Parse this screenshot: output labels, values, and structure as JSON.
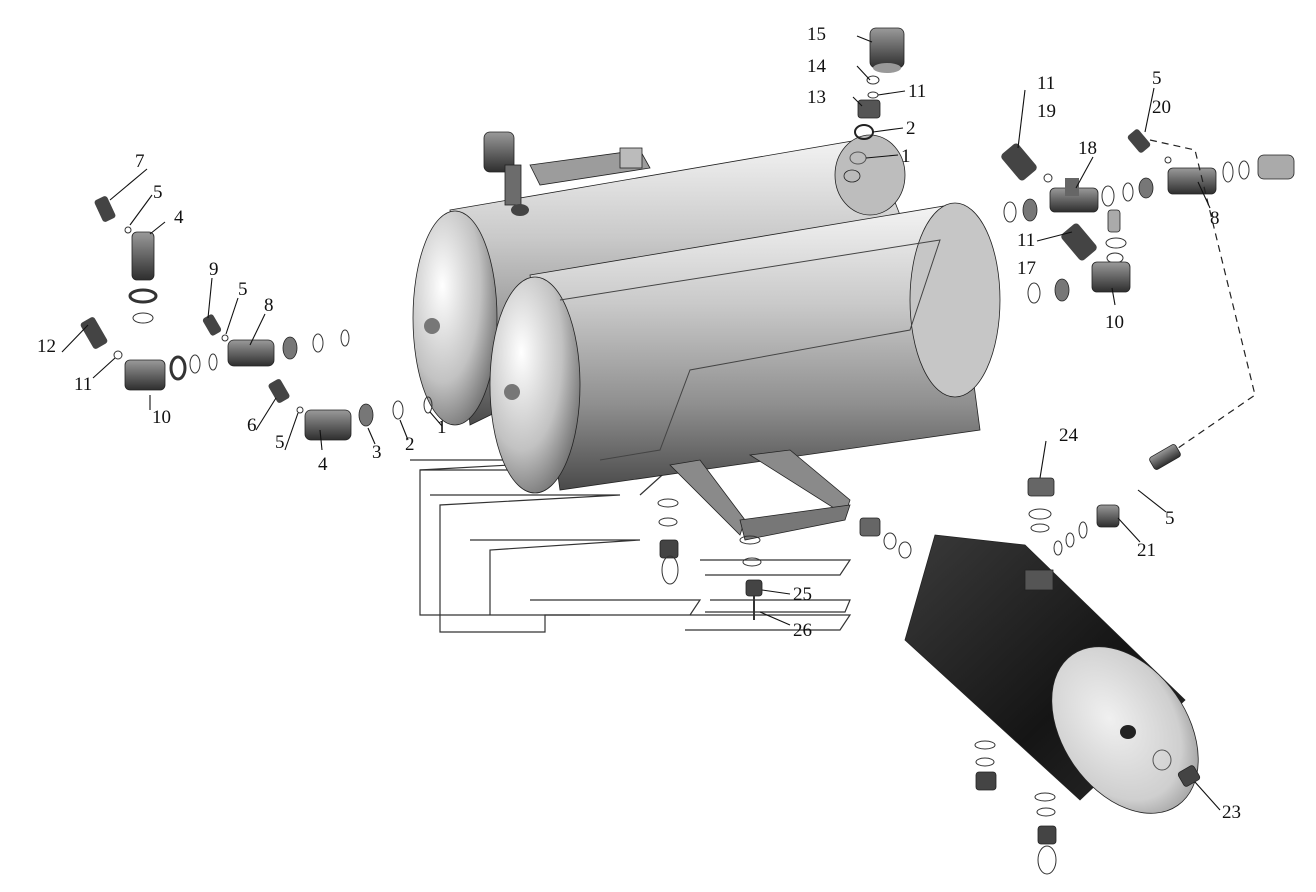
{
  "callouts": [
    {
      "id": "c15",
      "text": "15"
    },
    {
      "id": "c14",
      "text": "14"
    },
    {
      "id": "c11a",
      "text": "11"
    },
    {
      "id": "c13",
      "text": "13"
    },
    {
      "id": "c2a",
      "text": "2"
    },
    {
      "id": "c1a",
      "text": "1"
    },
    {
      "id": "c7",
      "text": "7"
    },
    {
      "id": "c5a",
      "text": "5"
    },
    {
      "id": "c4a",
      "text": "4"
    },
    {
      "id": "c9",
      "text": "9"
    },
    {
      "id": "c5b",
      "text": "5"
    },
    {
      "id": "c8a",
      "text": "8"
    },
    {
      "id": "c12",
      "text": "12"
    },
    {
      "id": "c11b",
      "text": "11"
    },
    {
      "id": "c10a",
      "text": "10"
    },
    {
      "id": "c6",
      "text": "6"
    },
    {
      "id": "c5c",
      "text": "5"
    },
    {
      "id": "c4b",
      "text": "4"
    },
    {
      "id": "c3",
      "text": "3"
    },
    {
      "id": "c2b",
      "text": "2"
    },
    {
      "id": "c1b",
      "text": "1"
    },
    {
      "id": "c11c",
      "text": "11"
    },
    {
      "id": "c19",
      "text": "19"
    },
    {
      "id": "c5d",
      "text": "5"
    },
    {
      "id": "c20",
      "text": "20"
    },
    {
      "id": "c18",
      "text": "18"
    },
    {
      "id": "c8b",
      "text": "8"
    },
    {
      "id": "c11d",
      "text": "11"
    },
    {
      "id": "c17",
      "text": "17"
    },
    {
      "id": "c10b",
      "text": "10"
    },
    {
      "id": "c24",
      "text": "24"
    },
    {
      "id": "c5e",
      "text": "5"
    },
    {
      "id": "c21",
      "text": "21"
    },
    {
      "id": "c25",
      "text": "25"
    },
    {
      "id": "c26",
      "text": "26"
    },
    {
      "id": "c23",
      "text": "23"
    }
  ],
  "colors": {
    "background": "#ffffff",
    "tank_light": "#dcdcdc",
    "tank_dark": "#1c1c1c",
    "fitting": "#555555",
    "frame_outline": "#333333"
  }
}
